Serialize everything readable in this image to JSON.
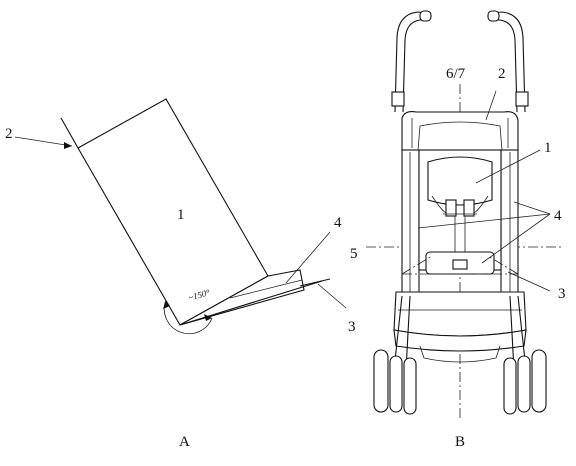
{
  "figure_a": {
    "panel_label": "A",
    "labels": {
      "backrest": "1",
      "top_edge": "2",
      "seat_edge": "3",
      "seat_wedge": "4"
    },
    "angle_text": "~150°"
  },
  "figure_b": {
    "panel_label": "B",
    "labels": {
      "axis": "6/7",
      "frame": "2",
      "seat_pad": "1",
      "parts": "4",
      "horizontal_axis": "5",
      "seat_edge": "3"
    }
  }
}
